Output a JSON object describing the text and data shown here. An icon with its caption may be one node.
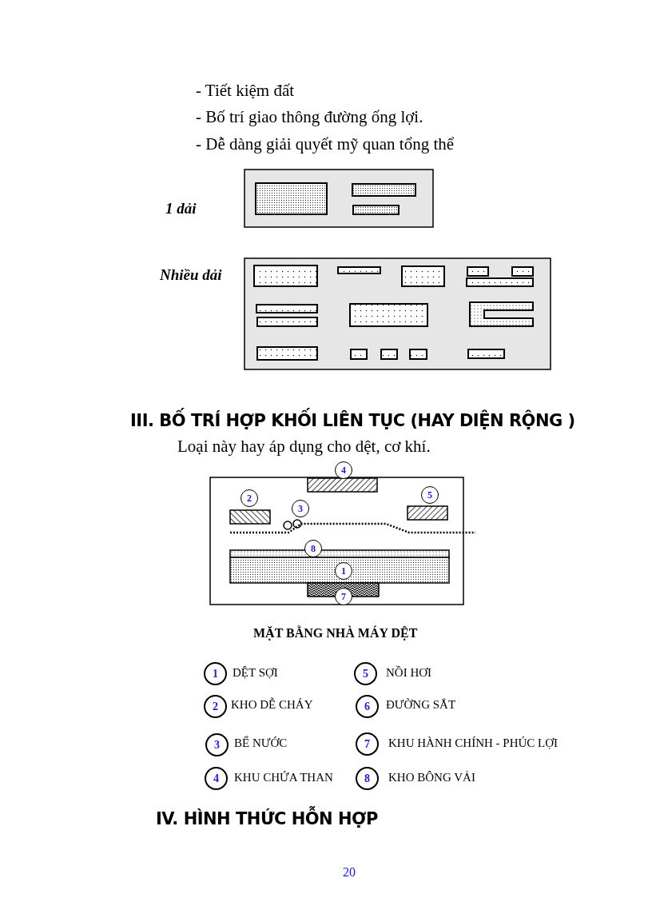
{
  "diagram": {
    "caption": "MẶT BẰNG NHÀ MÁY DỆT",
    "labels": [
      "- Tiết kiệm đất",
      "- Bố trí giao thông đường ống lợi.",
      "- Dễ dàng giải quyết mỹ quan tổng thể",
      "1 dải",
      "Nhiều dải",
      "III. BỐ TRÍ HỢP KHỐI LIÊN TỤC (HAY DIỆN RỘNG )",
      "Loại này hay áp dụng cho dệt, cơ khí.",
      "4",
      "5",
      "2",
      "3",
      "8",
      "1",
      "7",
      "1",
      "DỆT SỢI",
      "5",
      "NỒI HƠI",
      "2",
      "KHO DỄ CHÁY",
      "6",
      "ĐƯỜNG SẮT",
      "3",
      "BỂ NƯỚC",
      "7",
      "KHU HÀNH CHÍNH - PHÚC LỢI",
      "4",
      "KHU CHỨA THAN",
      "8",
      "KHO BÔNG VẢI",
      "IV. HÌNH THỨC HỖN HỢP",
      "20"
    ]
  }
}
